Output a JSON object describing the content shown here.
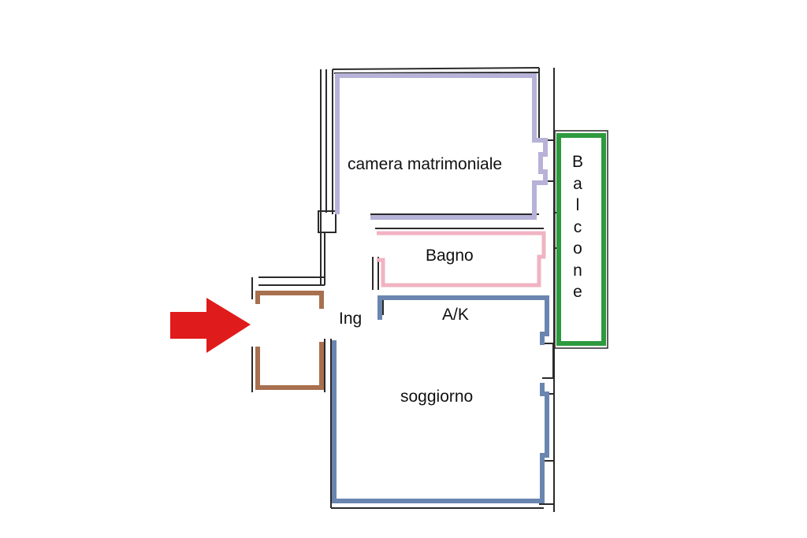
{
  "rooms": {
    "camera": {
      "label": "camera matrimoniale",
      "color": "#b7b2d8"
    },
    "bagno": {
      "label": "Bagno",
      "color": "#f0b3c3"
    },
    "ak": {
      "label": "A/K"
    },
    "soggiorno": {
      "label": "soggiorno",
      "color": "#6a86b0"
    },
    "ingresso": {
      "label": "Ing",
      "color": "#a8704f"
    },
    "balcone": {
      "label": "Balcone",
      "color": "#2d9a3e"
    }
  },
  "entrance_arrow": {
    "color": "#e01b1b",
    "icon": "arrow-right-icon"
  },
  "wall_color": "#2a2a2a"
}
